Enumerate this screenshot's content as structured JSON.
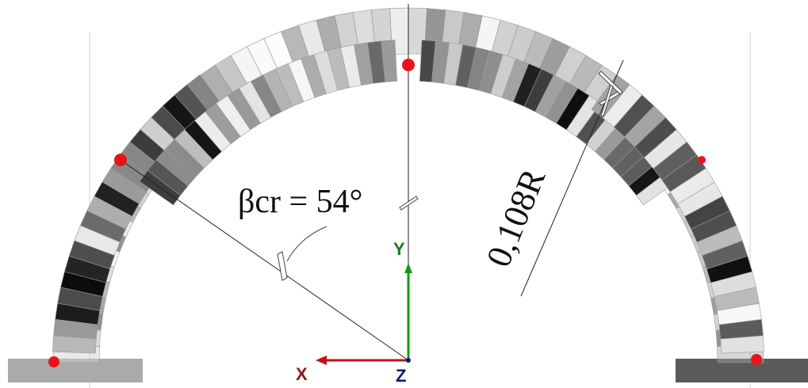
{
  "labels": {
    "angle": "βcr = 54°",
    "thickness": "0,108R"
  },
  "axes": {
    "x": "X",
    "y": "Y",
    "z": "Z"
  },
  "colors": {
    "hinge": "#e8141a",
    "axis_x": "#c0121a",
    "axis_y": "#119a11",
    "axis_z": "#0b1a66",
    "label_x": "#8a1a1a",
    "label_y": "#1a7a1a",
    "label_z": "#0b1a66",
    "support_left": "#aaaaaa",
    "support_right": "#5a5a5a",
    "guide_line": "#222222"
  }
}
